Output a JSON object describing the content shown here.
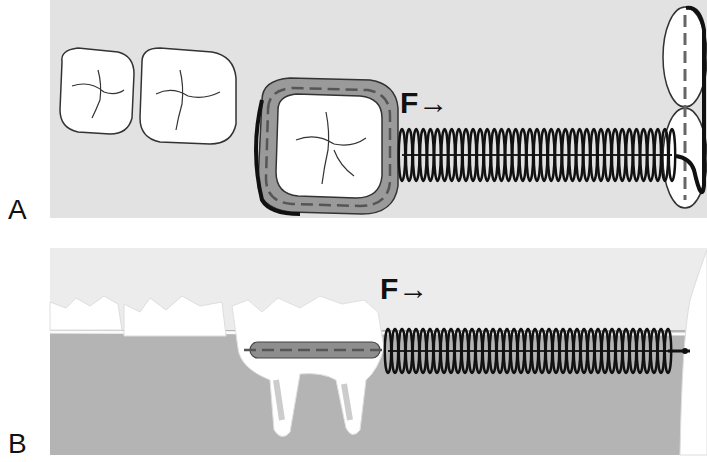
{
  "diagram": {
    "labels": [
      "A",
      "F→",
      "B",
      "F→"
    ]
  }
}
